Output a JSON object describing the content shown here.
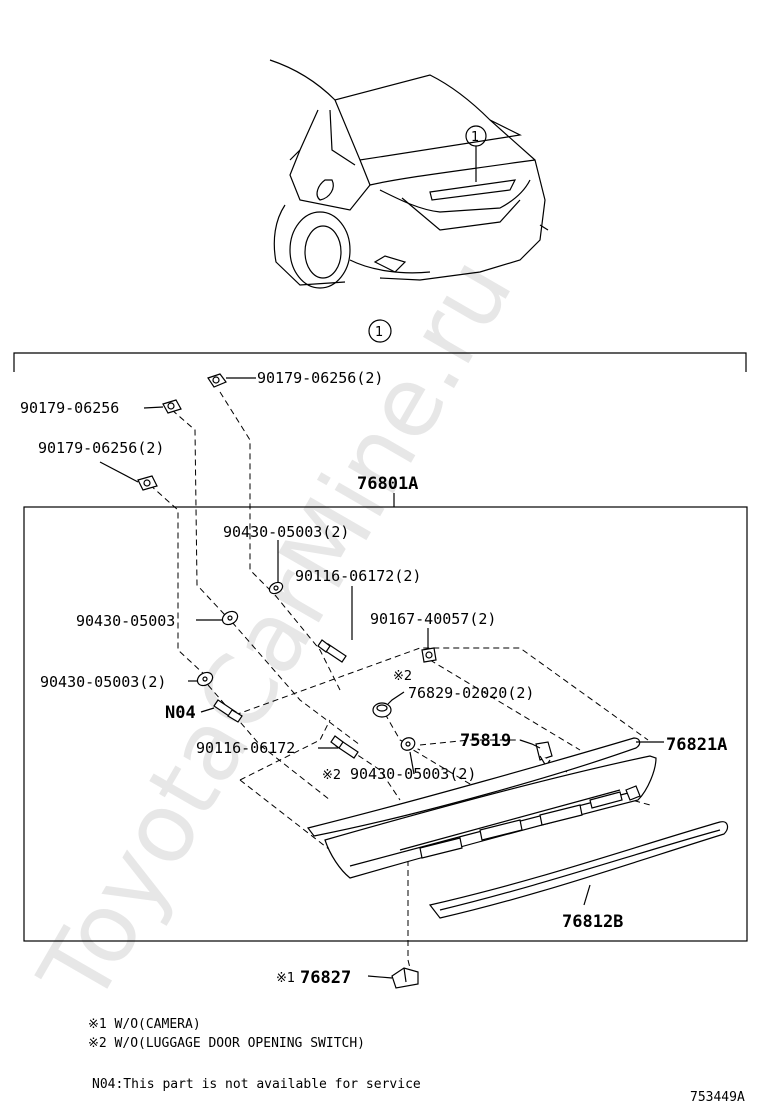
{
  "watermark": "ToyotaCarMine.ru",
  "diagram_id": "753449A",
  "callout_number": "1",
  "assembly_label": "76801A",
  "parts": {
    "p1": "90179-06256(2)",
    "p2": "90179-06256",
    "p3": "90179-06256(2)",
    "p4": "90430-05003(2)",
    "p5": "90116-06172(2)",
    "p6": "90167-40057(2)",
    "p7": "90430-05003",
    "p8_mark": "※2",
    "p8": "76829-02020(2)",
    "p9": "90430-05003(2)",
    "p10": "N04",
    "p11": "75819",
    "p12": "76821A",
    "p13": "90116-06172",
    "p14_mark": "※2",
    "p14": "90430-05003(2)",
    "p15": "76812B",
    "p16_mark": "※1",
    "p16": "76827"
  },
  "notes": {
    "n1": "※1 W/O(CAMERA)",
    "n2": "※2 W/O(LUGGAGE DOOR OPENING SWITCH)",
    "n3": "N04:This part is not available for service"
  }
}
